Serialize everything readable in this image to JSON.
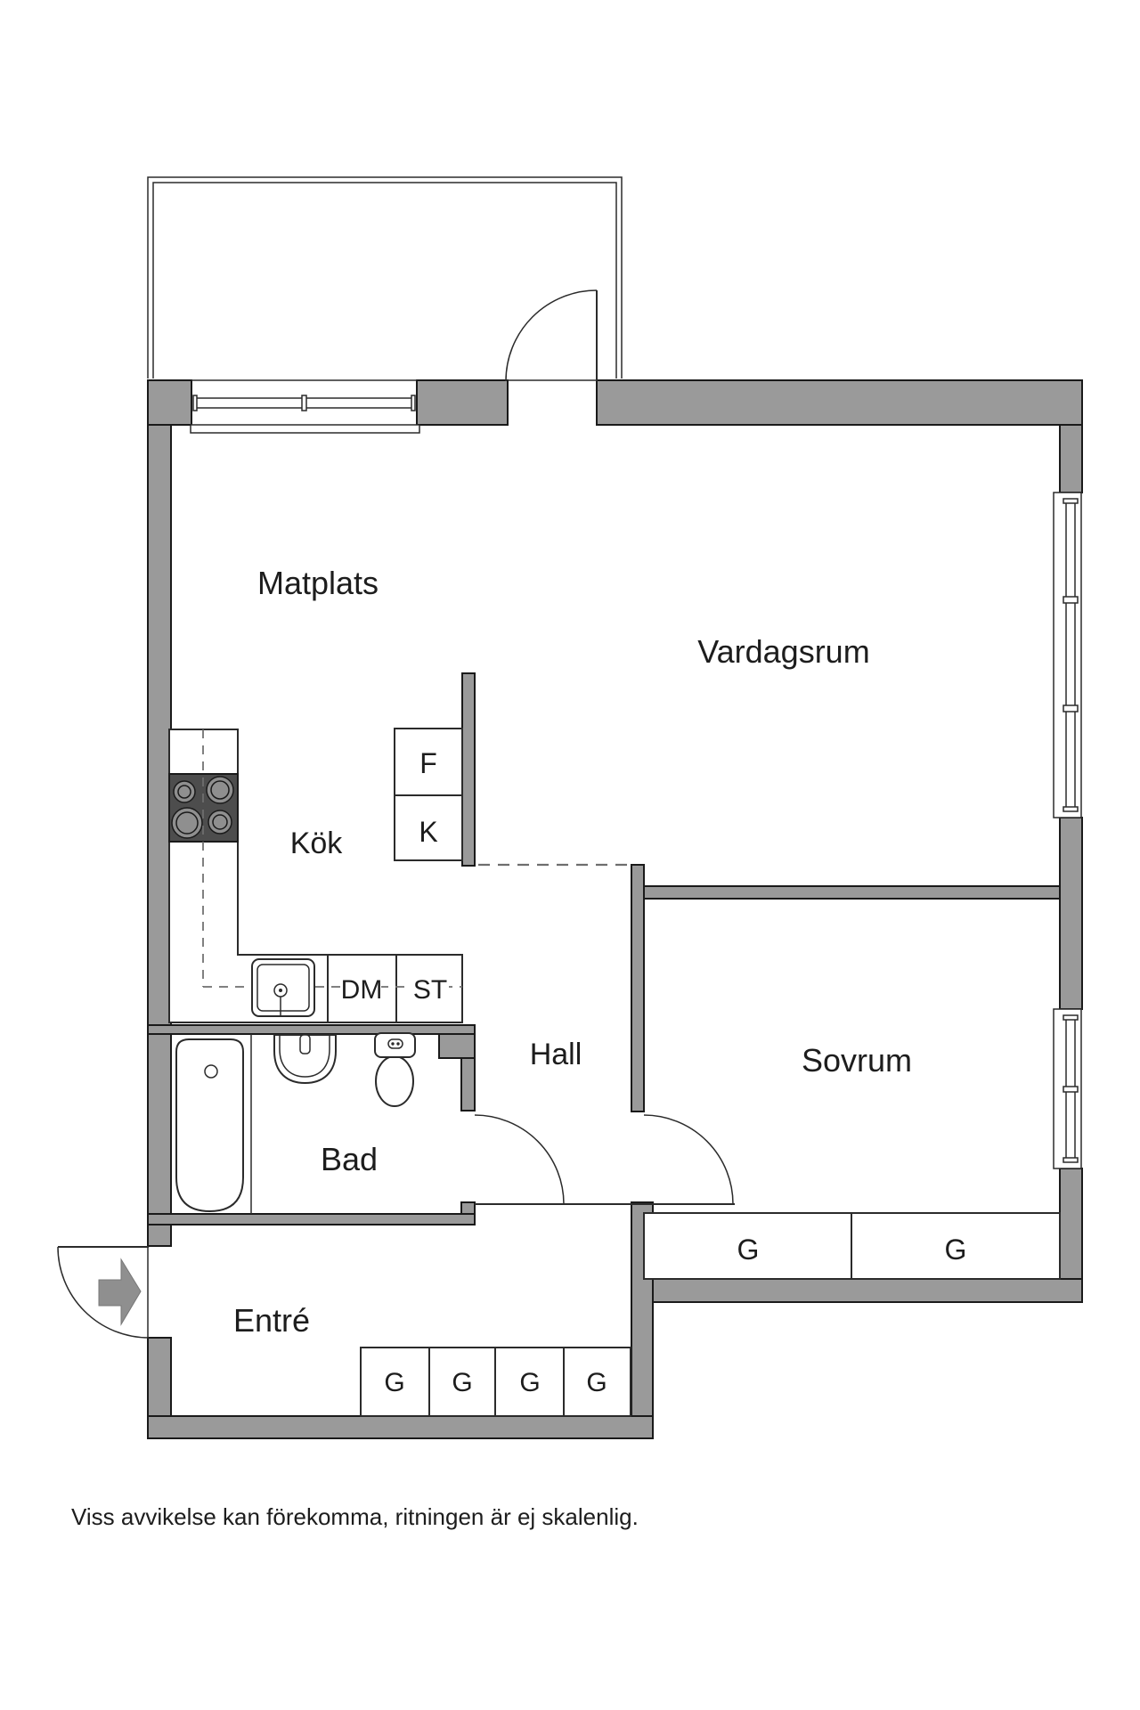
{
  "floorplan": {
    "rooms": {
      "matplats": "Matplats",
      "vardagsrum": "Vardagsrum",
      "kok": "Kök",
      "hall": "Hall",
      "bad": "Bad",
      "sovrum": "Sovrum",
      "entre": "Entré"
    },
    "appliances": {
      "fridge": "F",
      "freezer": "K",
      "dishwasher": "DM",
      "cleaning_closet": "ST"
    },
    "wardrobes": {
      "sovrum": [
        "G",
        "G"
      ],
      "entre": [
        "G",
        "G",
        "G",
        "G"
      ]
    },
    "disclaimer": "Viss avvikelse kan förekomma, ritningen är ej skalenlig.",
    "colors": {
      "background": "#ffffff",
      "wall": "#9a9a9a",
      "outline": "#1a1a1a",
      "fixture": "#2b2b2b",
      "stove": "#4d4d4d",
      "burner": "#8f8f8f",
      "arrow": "#8f8f8f",
      "dashed": "#6e6e6e",
      "text": "#1d1d1d"
    }
  }
}
